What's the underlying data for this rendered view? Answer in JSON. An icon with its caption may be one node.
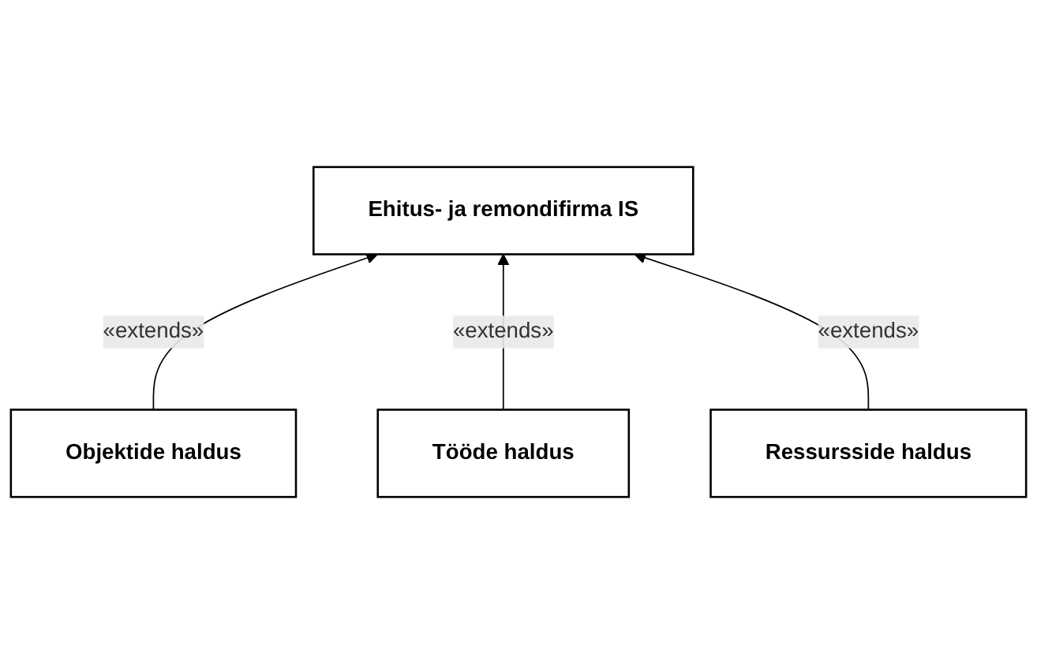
{
  "diagram": {
    "nodes": [
      {
        "text": [
          "Ehitus- ja remondifirma IS"
        ]
      },
      {
        "text": [
          "Objektide haldus"
        ]
      },
      {
        "text": [
          "Tööde haldus"
        ]
      },
      {
        "text": [
          "Ressursside haldus"
        ]
      }
    ],
    "edges": [
      {
        "from": 1,
        "to": 0,
        "arrow": "to",
        "label": "«extends»"
      },
      {
        "from": 2,
        "to": 0,
        "arrow": "to",
        "label": "«extends»"
      },
      {
        "from": 3,
        "to": 0,
        "arrow": "to",
        "label": "«extends»"
      }
    ]
  }
}
